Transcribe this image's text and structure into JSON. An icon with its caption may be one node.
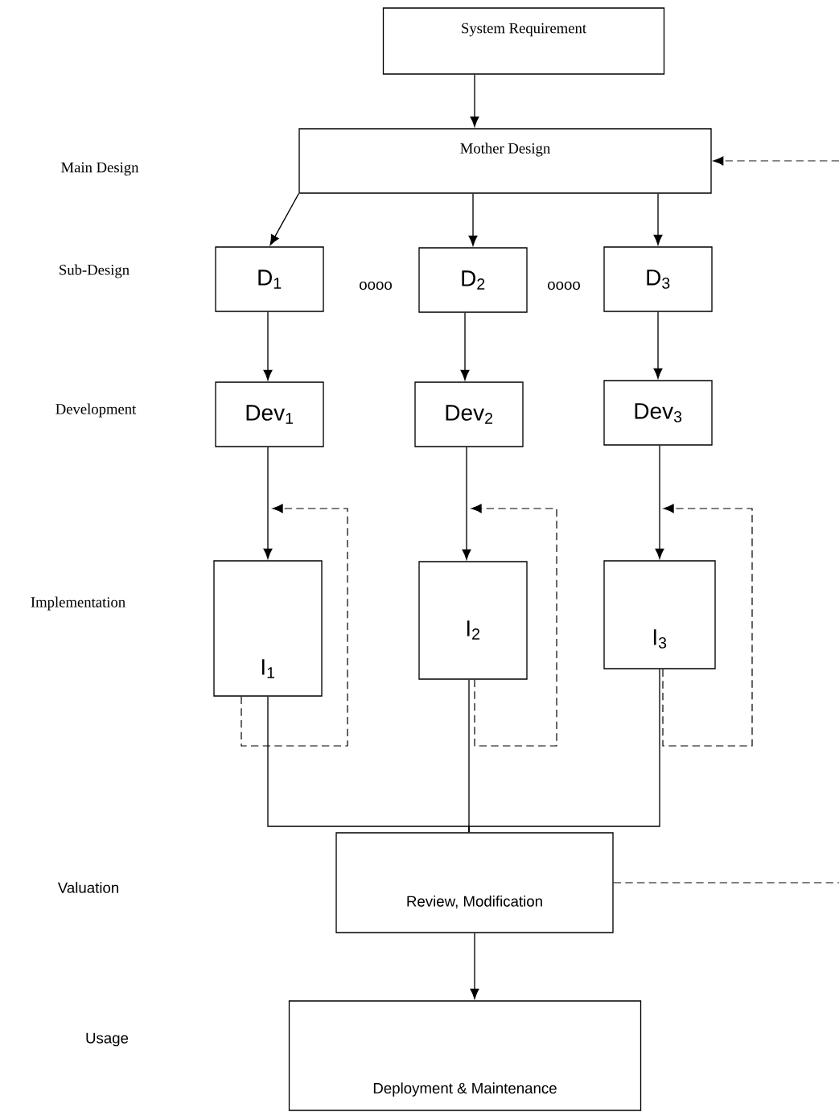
{
  "diagram": {
    "nodes": [
      {
        "text": [
          "System Requirement"
        ]
      },
      {
        "text": [
          "Mother Design"
        ]
      },
      {
        "text": [
          "D$_{1}$"
        ]
      },
      {
        "text": [
          "D$_{2}$"
        ]
      },
      {
        "text": [
          "D$_{3}$"
        ]
      },
      {
        "text": [
          "Dev$_{1}$"
        ]
      },
      {
        "text": [
          "Dev$_{2}$"
        ]
      },
      {
        "text": [
          "Dev$_{3}$"
        ]
      },
      {
        "text": [
          "I$_{1}$"
        ]
      },
      {
        "text": [
          "I$_{2}$"
        ]
      },
      {
        "text": [
          "I$_{3}$"
        ]
      },
      {
        "text": [
          "Review, Modification"
        ]
      },
      {
        "text": [
          "Deployment & Maintenance"
        ]
      }
    ],
    "edges": [
      {
        "from": 0,
        "to": 1,
        "arrow": "to"
      },
      {
        "from": 1,
        "to": 2,
        "arrow": "to"
      },
      {
        "from": 1,
        "to": 3,
        "arrow": "to"
      },
      {
        "from": 1,
        "to": 4,
        "arrow": "to"
      },
      {
        "from": 2,
        "to": 5,
        "arrow": "to"
      },
      {
        "from": 3,
        "to": 6,
        "arrow": "to"
      },
      {
        "from": 4,
        "to": 7,
        "arrow": "to"
      },
      {
        "from": 5,
        "to": 8,
        "arrow": "to"
      },
      {
        "from": 6,
        "to": 9,
        "arrow": "to"
      },
      {
        "from": 7,
        "to": 10,
        "arrow": "to"
      },
      {
        "from": 8,
        "to": null,
        "arrow": "to",
        "style": "dashed"
      },
      {
        "from": 9,
        "to": null,
        "arrow": "to",
        "style": "dashed"
      },
      {
        "from": 10,
        "to": null,
        "arrow": "to",
        "style": "dashed"
      },
      {
        "from": 8,
        "to": 11,
        "arrow": "none"
      },
      {
        "from": 9,
        "to": 11,
        "arrow": "none"
      },
      {
        "from": 10,
        "to": 11,
        "arrow": "none"
      },
      {
        "from": 11,
        "to": null,
        "arrow": "none",
        "style": "dashed"
      },
      {
        "from": null,
        "to": 1,
        "arrow": "to",
        "style": "dashed"
      },
      {
        "from": 11,
        "to": 12,
        "arrow": "to"
      }
    ],
    "labels": [
      "Main Design",
      "Sub-Design",
      "oooo",
      "oooo",
      "Development",
      "Implementation",
      "Valuation",
      "Usage"
    ]
  }
}
